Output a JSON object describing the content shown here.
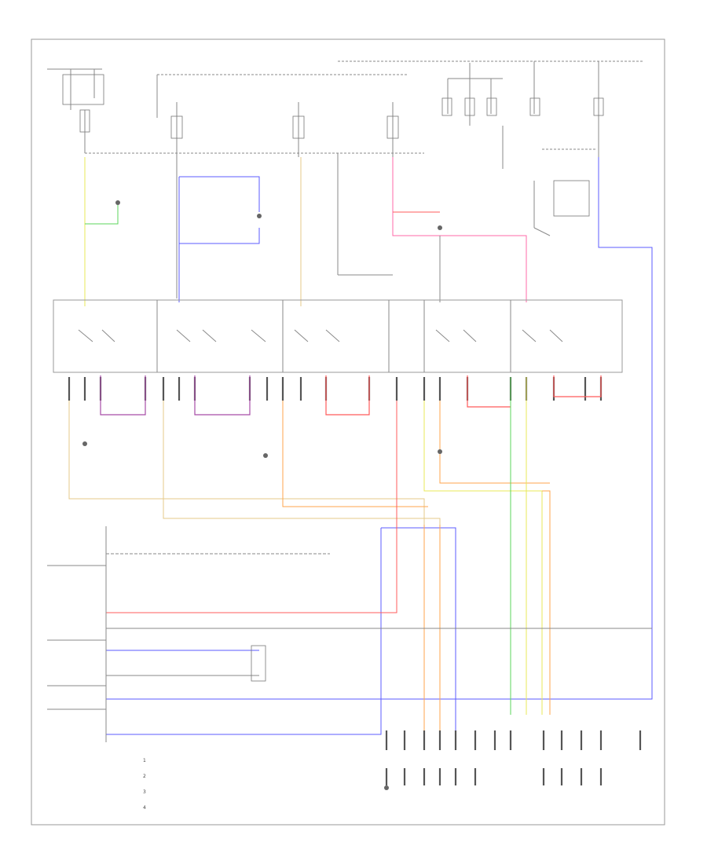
{
  "footer_code": "",
  "legend_items": [
    "1",
    "2",
    "3",
    "4"
  ],
  "wire_colors": {
    "yellow": "#e8e85a",
    "blue": "#5b5bff",
    "pink": "#ff6aa8",
    "red": "#ff5b5b",
    "purple": "#a64ca6",
    "orange": "#ffa64d",
    "tan": "#e6c88a",
    "green": "#5bd65b",
    "grey": "#8a8a8a"
  }
}
